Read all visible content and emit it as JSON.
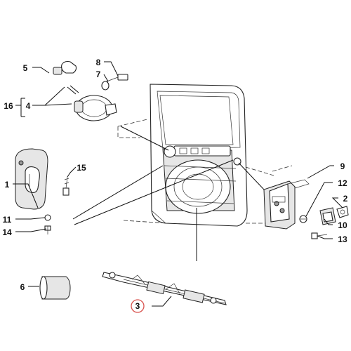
{
  "labels": {
    "l5": "5",
    "l8": "8",
    "l7": "7",
    "l16": "16",
    "l4": "4",
    "l15": "15",
    "l1": "1",
    "l11": "11",
    "l14": "14",
    "l6": "6",
    "l3": "3",
    "l9": "9",
    "l12": "12",
    "l2": "2",
    "l10": "10",
    "l13": "13"
  },
  "colors": {
    "highlight_circle": "#d9534f",
    "line": "#111111"
  }
}
